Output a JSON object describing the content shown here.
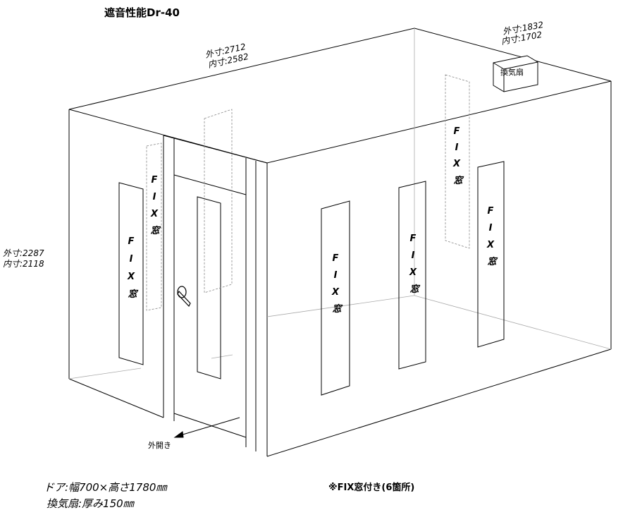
{
  "title": "遮音性能Dr-40",
  "dimensions": {
    "width": {
      "outer": "外寸:2712",
      "inner": "内寸:2582"
    },
    "height": {
      "outer": "外寸:2287",
      "inner": "内寸:2118"
    },
    "depth": {
      "outer": "外寸:1832",
      "inner": "内寸:1702"
    }
  },
  "ventilation_fan_label": "換気扇",
  "door_open_label": "外開き",
  "fix_window": {
    "letters": [
      "F",
      "I",
      "X"
    ],
    "kanji": "窓"
  },
  "notes": {
    "door": "ドア:幅700×高さ1780㎜",
    "fan": "換気扇:厚み150㎜",
    "fix_count": "※FIX窓付き(6箇所)"
  }
}
